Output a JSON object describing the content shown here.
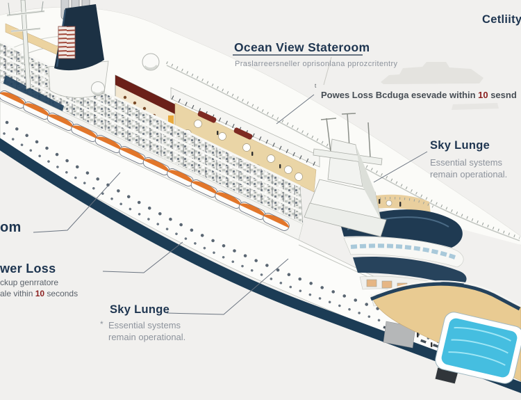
{
  "diagram_title_hint": "cruise-ship-cutaway-diagram",
  "colors": {
    "background": "#f1f0ee",
    "navy": "#1e3550",
    "hull_stripe": "#1c3c55",
    "lifeboat_orange": "#e2762a",
    "deck_tan": "#ead5a6",
    "pool_blue": "#45bee0",
    "restaurant_maroon": "#6b2019",
    "highlight_red": "#8a1f1f",
    "subtitle_gray": "#8d939c"
  },
  "labels": {
    "ocean_view": {
      "title": "Ocean View Stateroom",
      "subtitle": "Praslarreersneller oprisonlana pprozcritentry"
    },
    "power_note": {
      "mark": "t",
      "pre": "Powes Loss Bcduga esevade within ",
      "highlight": "10",
      "post": " sesnd"
    },
    "sky_lounge_right": {
      "title": "Sky Lunge",
      "line1": "Essential systems",
      "line2": "remain operational."
    },
    "sky_lounge_bottom": {
      "title": "Sky Lunge",
      "bullet": "*",
      "line1": "Essential systems",
      "line2": "remain operational."
    },
    "stateroom_left": {
      "title": "om"
    },
    "power_loss_left": {
      "title": "wer Loss",
      "line1": "ckup genrratore",
      "line2_pre": "ale vithin ",
      "highlight": "10",
      "line2_post": " seconds"
    },
    "corner": {
      "title": "Cetliity"
    }
  }
}
